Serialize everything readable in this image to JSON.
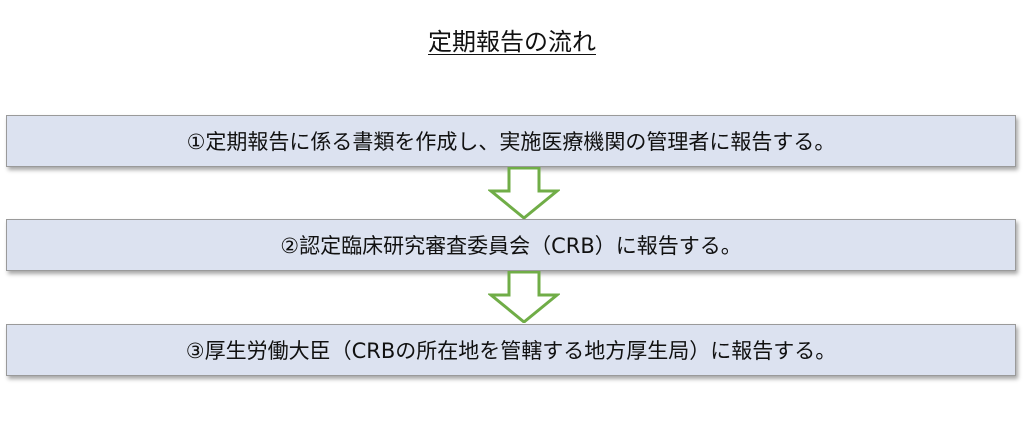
{
  "title": "定期報告の流れ",
  "steps": [
    {
      "text": "①定期報告に係る書類を作成し、実施医療機関の管理者に報告する。"
    },
    {
      "text": "②認定臨床研究審査委員会（CRB）に報告する。"
    },
    {
      "text": "③厚生労働大臣（CRBの所在地を管轄する地方厚生局）に報告する。"
    }
  ],
  "colors": {
    "box_fill": "#dce2f0",
    "box_border": "#9a9a9a",
    "arrow_stroke": "#70ad47"
  },
  "icons": {
    "connector": "down-arrow-icon"
  }
}
